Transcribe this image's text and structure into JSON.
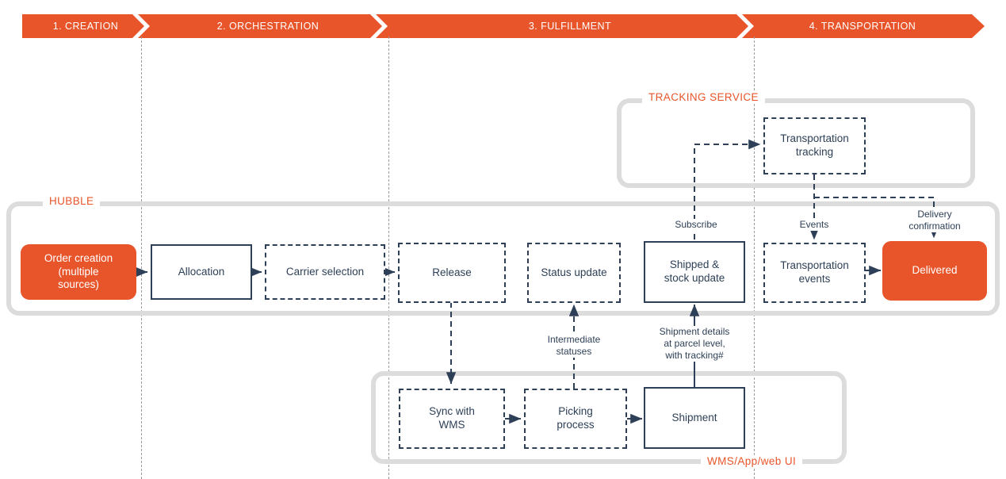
{
  "phases": [
    {
      "id": "creation",
      "label": "1. CREATION"
    },
    {
      "id": "orchestration",
      "label": "2. ORCHESTRATION"
    },
    {
      "id": "fulfillment",
      "label": "3. FULFILLMENT"
    },
    {
      "id": "transportation",
      "label": "4. TRANSPORTATION"
    }
  ],
  "containers": [
    {
      "id": "tracking-service",
      "label": "TRACKING SERVICE"
    },
    {
      "id": "hubble",
      "label": "HUBBLE"
    },
    {
      "id": "wms",
      "label": "WMS/App/web UI"
    }
  ],
  "nodes": [
    {
      "id": "order-creation",
      "label": "Order creation\n(multiple\nsources)",
      "style": "accent"
    },
    {
      "id": "allocation",
      "label": "Allocation",
      "style": "solid"
    },
    {
      "id": "carrier-selection",
      "label": "Carrier selection",
      "style": "dashed"
    },
    {
      "id": "release",
      "label": "Release",
      "style": "dashed"
    },
    {
      "id": "status-update",
      "label": "Status update",
      "style": "dashed"
    },
    {
      "id": "shipped-stock-update",
      "label": "Shipped &\nstock update",
      "style": "solid"
    },
    {
      "id": "transportation-events",
      "label": "Transportation\nevents",
      "style": "dashed"
    },
    {
      "id": "delivered",
      "label": "Delivered",
      "style": "accent"
    },
    {
      "id": "transportation-tracking",
      "label": "Transportation\ntracking",
      "style": "dashed"
    },
    {
      "id": "sync-with-wms",
      "label": "Sync with\nWMS",
      "style": "dashed"
    },
    {
      "id": "picking-process",
      "label": "Picking\nprocess",
      "style": "dashed"
    },
    {
      "id": "shipment",
      "label": "Shipment",
      "style": "solid"
    }
  ],
  "edge_labels": [
    {
      "id": "subscribe",
      "label": "Subscribe"
    },
    {
      "id": "events",
      "label": "Events"
    },
    {
      "id": "delivery-confirmation",
      "label": "Delivery\nconfirmation"
    },
    {
      "id": "intermediate-statuses",
      "label": "Intermediate\nstatuses"
    },
    {
      "id": "shipment-details",
      "label": "Shipment details\nat parcel level,\nwith tracking#"
    }
  ],
  "colors": {
    "accent": "#E8552A",
    "node_stroke": "#2E4057",
    "container_stroke": "#DCDCDC",
    "divider": "#9B9B9B",
    "background": "#FFFFFF"
  }
}
